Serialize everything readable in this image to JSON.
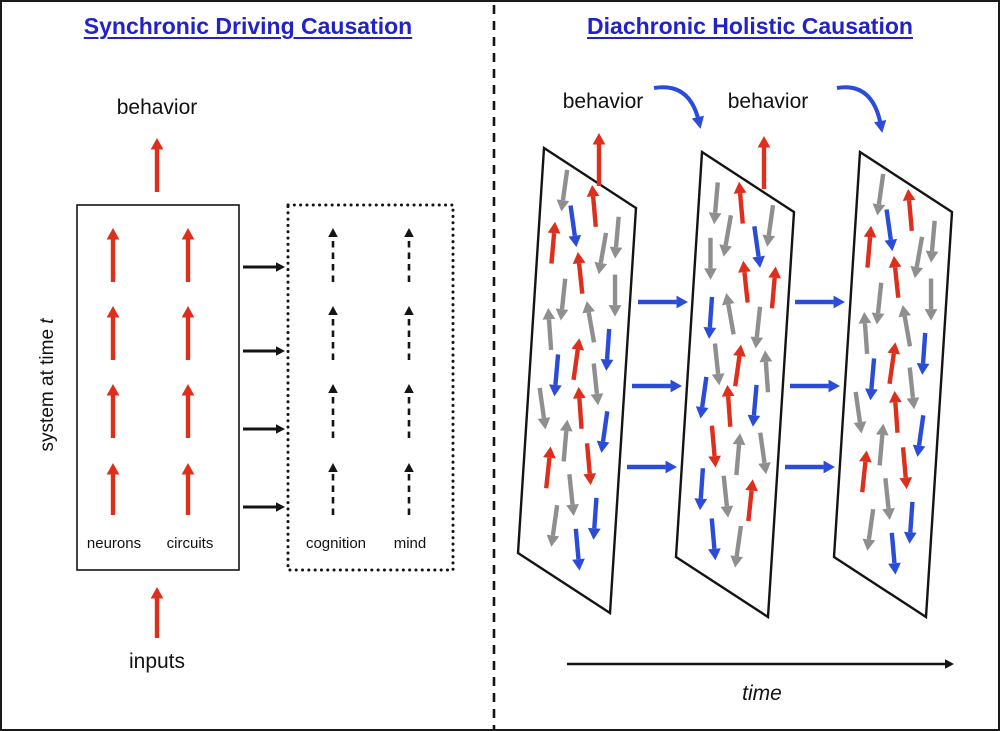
{
  "figure": {
    "left": {
      "title": "Synchronic Driving Causation",
      "behavior": "behavior",
      "system_axis_prefix": "system at time ",
      "system_axis_var": "t",
      "neurons": "neurons",
      "circuits": "circuits",
      "cognition": "cognition",
      "mind": "mind",
      "inputs": "inputs"
    },
    "right": {
      "title": "Diachronic Holistic Causation",
      "behavior1": "behavior",
      "behavior2": "behavior",
      "time": "time"
    },
    "colors": {
      "title_blue": "#2222c8",
      "red_arrow": "#dd2f1b",
      "blue_arrow": "#2a4cd8",
      "gray_arrow": "#8f8f8f",
      "black": "#141414"
    },
    "structure": {
      "left_red_arrow_grid": {
        "rows": 4,
        "cols": 2
      },
      "left_dashed_arrow_grid": {
        "rows": 4,
        "cols": 2
      },
      "connector_arrows": 4,
      "sheets": 3,
      "inter_sheet_arrow_rows": 3
    }
  }
}
